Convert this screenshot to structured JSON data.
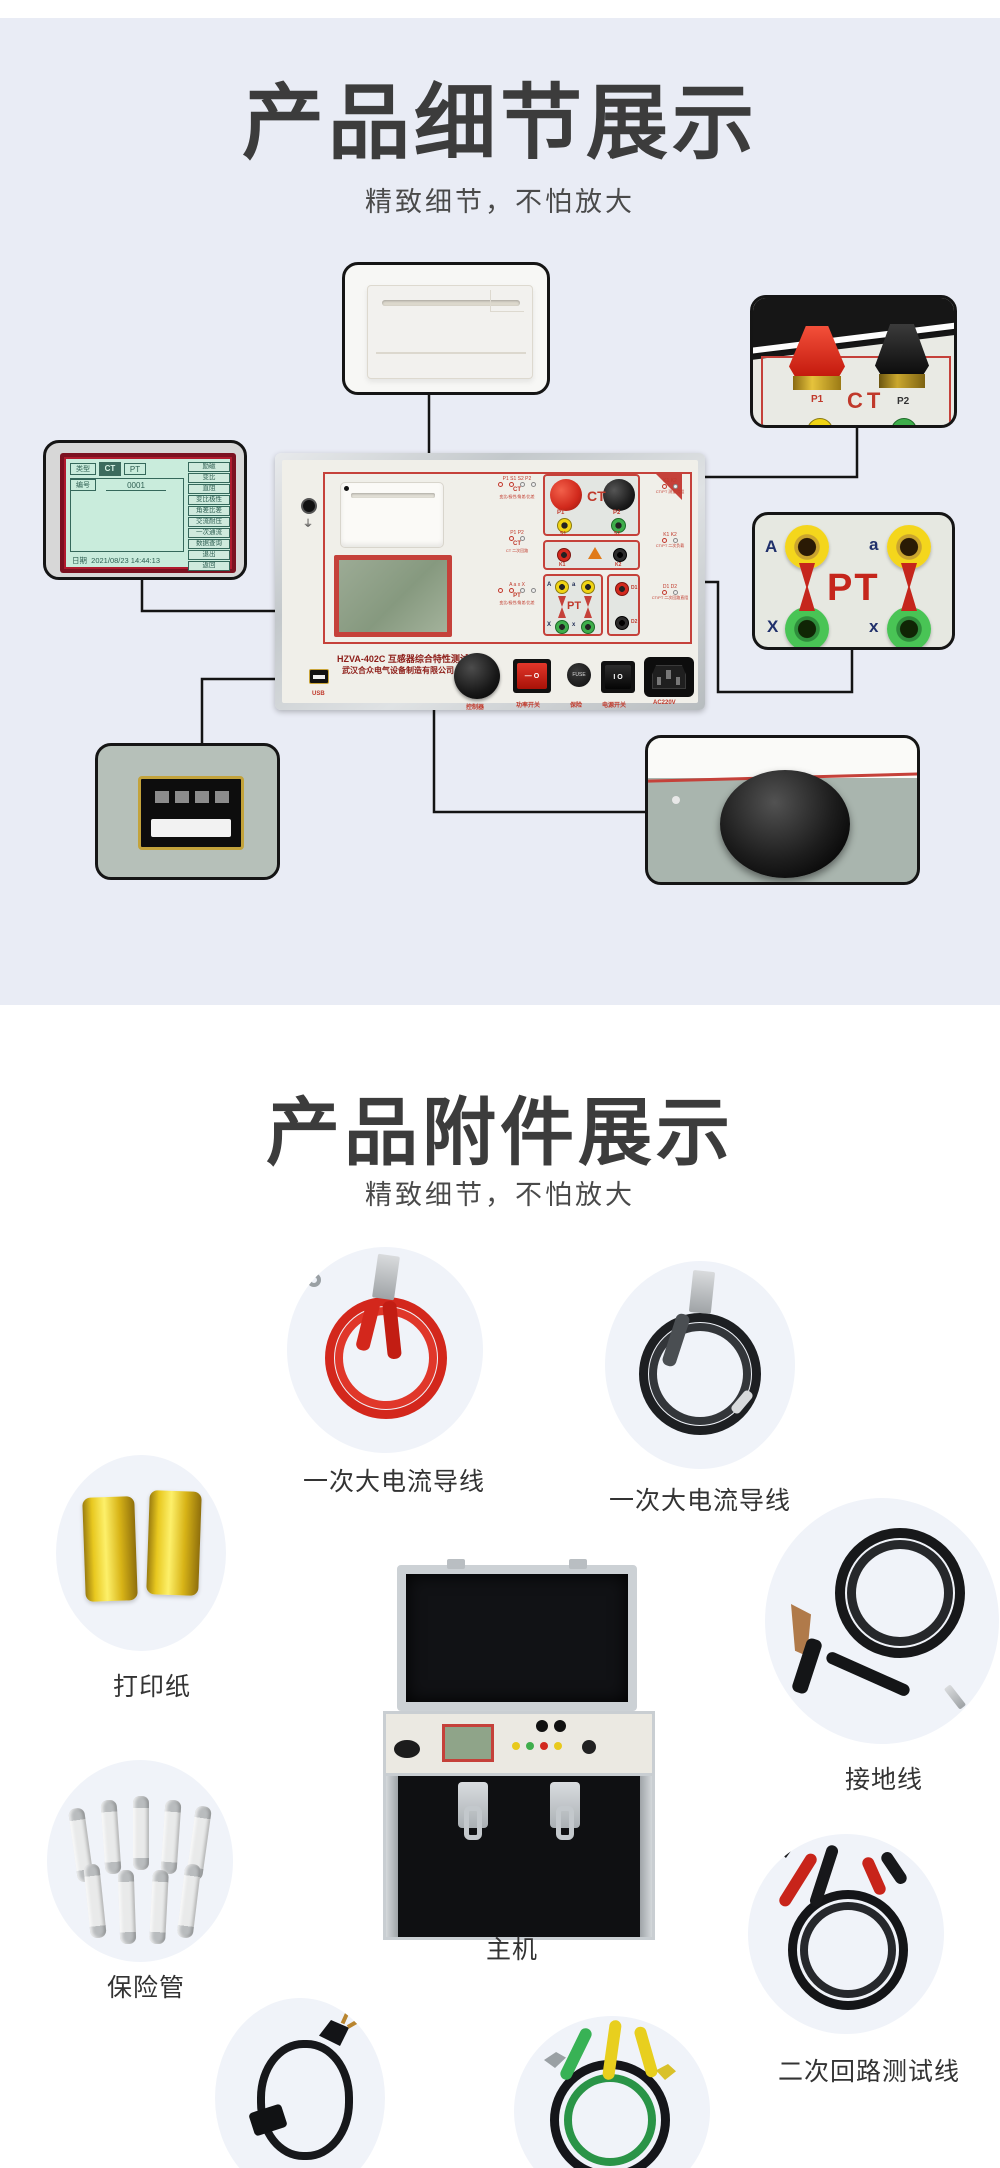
{
  "section_details": {
    "title": "产品细节展示",
    "subtitle": "精致细节，不怕放大"
  },
  "panel": {
    "model_line": "HZVA-402C 互感器综合特性测试仪",
    "company_line": "武汉合众电气设备制造有限公司",
    "ct": "CT",
    "pt": "PT",
    "p1": "P1",
    "p2": "P2",
    "s1": "S1",
    "s2": "S2",
    "k1": "K1",
    "k2": "K2",
    "d1": "D1",
    "d2": "D2",
    "a_upper": "A",
    "a_lower": "a",
    "x_upper": "X",
    "x_lower": "x",
    "usb_label": "USB",
    "knob_label": "控制器",
    "power_switch_label": "功率开关",
    "fuse_label": "保险",
    "mains_switch_label": "电源开关",
    "ac_label": "AC220V",
    "left_diagrams": [
      {
        "pins": "P1 S1  S2 P2",
        "title": "CT",
        "caption": "变比/极性/角差/比差"
      },
      {
        "pins": "P1        P2",
        "title": "CT",
        "caption": "CT 二次回路"
      },
      {
        "pins": "A  a    x  X",
        "title": "PT",
        "caption": "变比/极性/角差/比差"
      }
    ],
    "right_diagrams": [
      {
        "pins": "K1        K2",
        "caption": "CT/PT 测量绕组"
      },
      {
        "pins": "K1        K2",
        "caption": "CT/PT 二次负载"
      },
      {
        "pins": "D1        D2",
        "caption": "CT/PT 二次回路直阻"
      }
    ]
  },
  "lcd": {
    "type_label": "类型",
    "tab_ct": "CT",
    "tab_pt": "PT",
    "no_label": "编号",
    "no_value": "0001",
    "menu": [
      "励磁",
      "变比",
      "直阻",
      "变比极性",
      "角差比差",
      "交流耐压",
      "一次通流",
      "数据查询",
      "退出",
      "返回"
    ],
    "date_label": "日期",
    "date_value": "2021/08/23  14:44:13"
  },
  "ct_detail": {
    "p1": "P1",
    "ct": "CT",
    "p2": "P2"
  },
  "pt_detail": {
    "a_upper": "A",
    "a_lower": "a",
    "pt": "PT",
    "x_upper": "X",
    "x_lower": "x"
  },
  "section_accessories": {
    "title": "产品附件展示",
    "subtitle": "精致细节，不怕放大",
    "labels": {
      "primary_lead_red": "一次大电流导线",
      "primary_lead_black": "一次大电流导线",
      "print_paper": "打印纸",
      "ground_wire": "接地线",
      "fuses": "保险管",
      "main_unit": "主机",
      "secondary_loop_line": "二次回路测试线"
    }
  }
}
